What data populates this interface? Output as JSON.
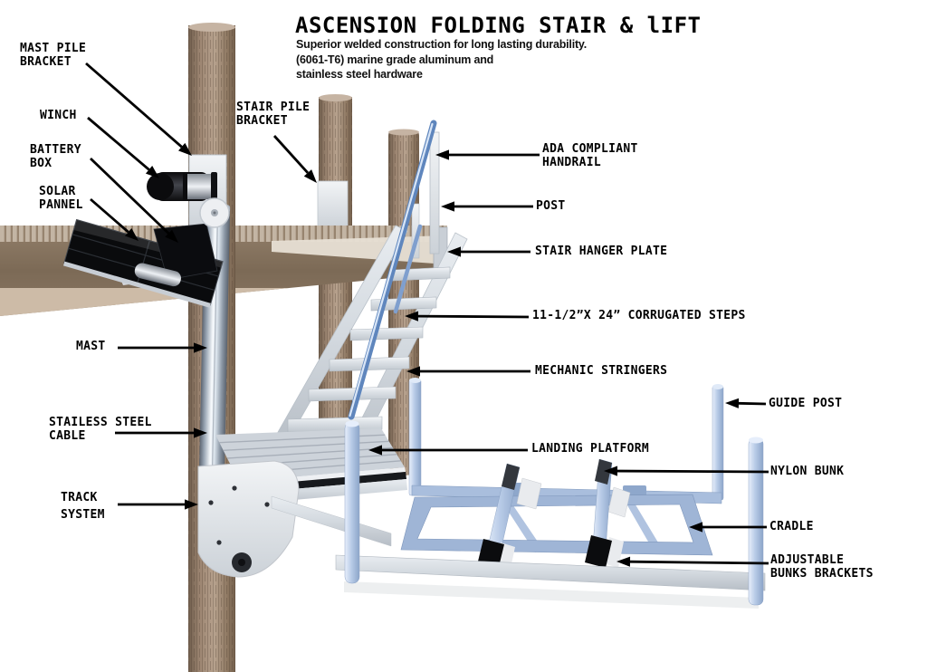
{
  "title": "ASCENSION FOLDING STAIR & lIFT",
  "subtitle": "Superior welded construction for long lasting durability.\n(6061-T6) marine grade aluminum and\nstainless steel hardware",
  "callouts": {
    "mast_pile_bracket": "MAST PILE\nBRACKET",
    "winch": "WINCH",
    "battery_box": "BATTERY\nBOX",
    "solar_pannel": "SOLAR\nPANNEL",
    "stair_pile_bracket": "STAIR PILE\nBRACKET",
    "mast": "MAST",
    "stainless_steel_cable": "STAILESS STEEL\nCABLE",
    "track_system": "TRACK\nSYSTEM",
    "ada_compliant_handrail": "ADA COMPLIANT\nHANDRAIL",
    "post": "POST",
    "stair_hanger_plate": "STAIR HANGER PLATE",
    "corrugated_steps": "11-1/2”X 24” CORRUGATED STEPS",
    "mechanic_stringers": "MECHANIC STRINGERS",
    "guide_post": "GUIDE POST",
    "landing_platform": "LANDING PLATFORM",
    "nylon_bunk": "NYLON BUNK",
    "cradle": "CRADLE",
    "adjustable_bunks_brackets": "ADJUSTABLE\nBUNKS BRACKETS"
  },
  "colors": {
    "background": "#ffffff",
    "text": "#000000",
    "arrow": "#000000",
    "wood": "#a68d76",
    "metal": "#dfe4ea",
    "blue_steel": "#a9bedd",
    "handrail_blue": "#6f95c8",
    "solar_panel_black": "#0b0c0e"
  }
}
